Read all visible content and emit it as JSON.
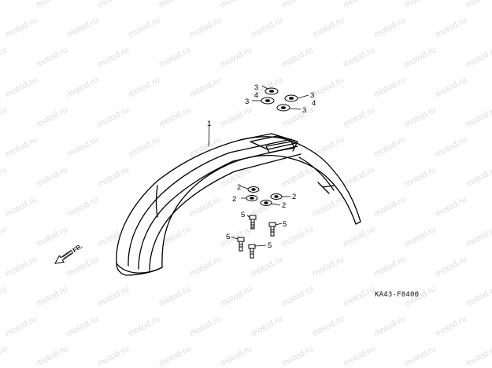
{
  "watermark": {
    "text": "motod.ru",
    "color": "#dcdcdc"
  },
  "diagram": {
    "code": "KA43-F0400",
    "direction_label": "FR.",
    "callouts": {
      "fender": "1",
      "washer_top_a": "3",
      "washer_top_b": "4",
      "washer_top_c": "3",
      "washer_top_d": "3",
      "washer_top_e": "4",
      "washer_top_f": "3",
      "nut_a": "2",
      "nut_b": "2",
      "nut_c": "2",
      "nut_d": "2",
      "bolt_a": "5",
      "bolt_b": "5",
      "bolt_c": "5",
      "bolt_d": "5"
    }
  },
  "colors": {
    "line": "#000000",
    "paper": "#ffffff"
  }
}
